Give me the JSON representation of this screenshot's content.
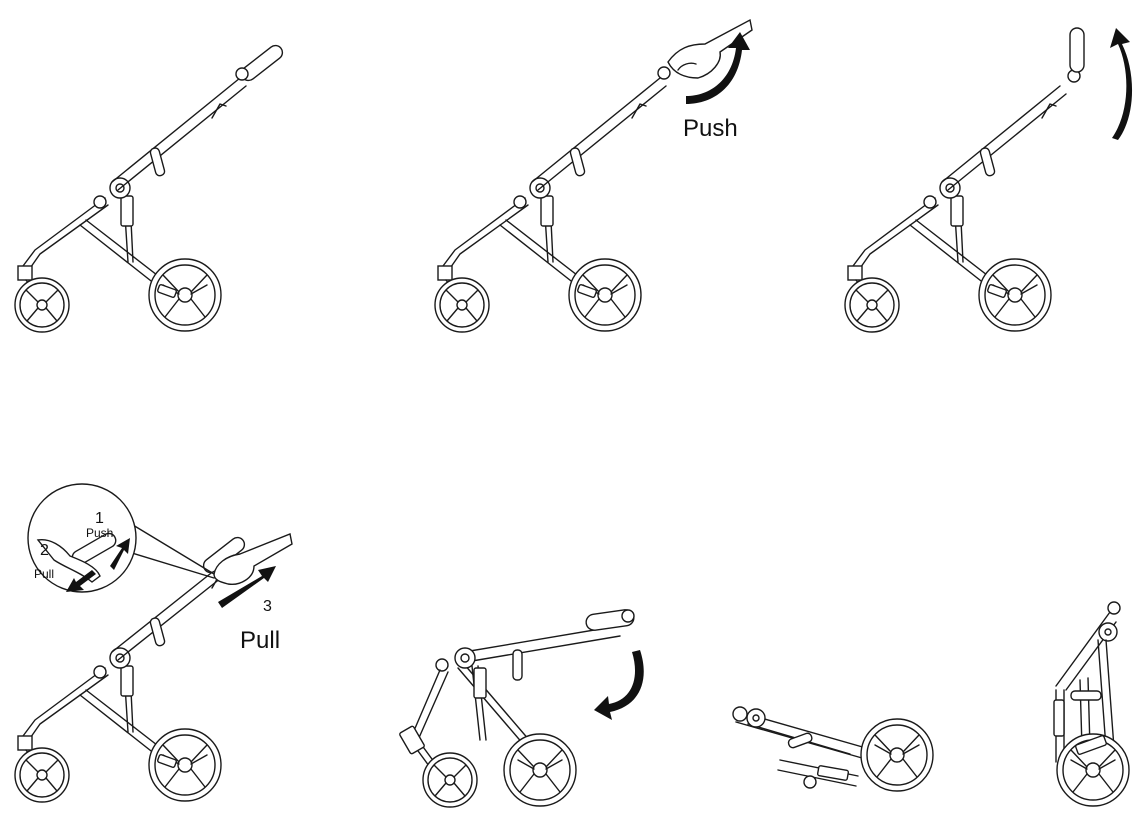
{
  "steps": [
    {
      "id": 1,
      "labels": []
    },
    {
      "id": 2,
      "labels": [
        "Push"
      ]
    },
    {
      "id": 3,
      "labels": []
    },
    {
      "id": 4,
      "labels": [
        "1",
        "Push",
        "2",
        "Pull",
        "3",
        "Pull"
      ]
    },
    {
      "id": 5,
      "labels": []
    },
    {
      "id": 6,
      "labels": []
    },
    {
      "id": 7,
      "labels": []
    }
  ],
  "text": {
    "step2_push": "Push",
    "step4_zoom_num1": "1",
    "step4_zoom_push": "Push",
    "step4_zoom_num2": "2",
    "step4_zoom_pull": "Pull",
    "step4_num3": "3",
    "step4_pull": "Pull"
  },
  "colors": {
    "line": "#1a1a1a",
    "background": "#ffffff"
  }
}
